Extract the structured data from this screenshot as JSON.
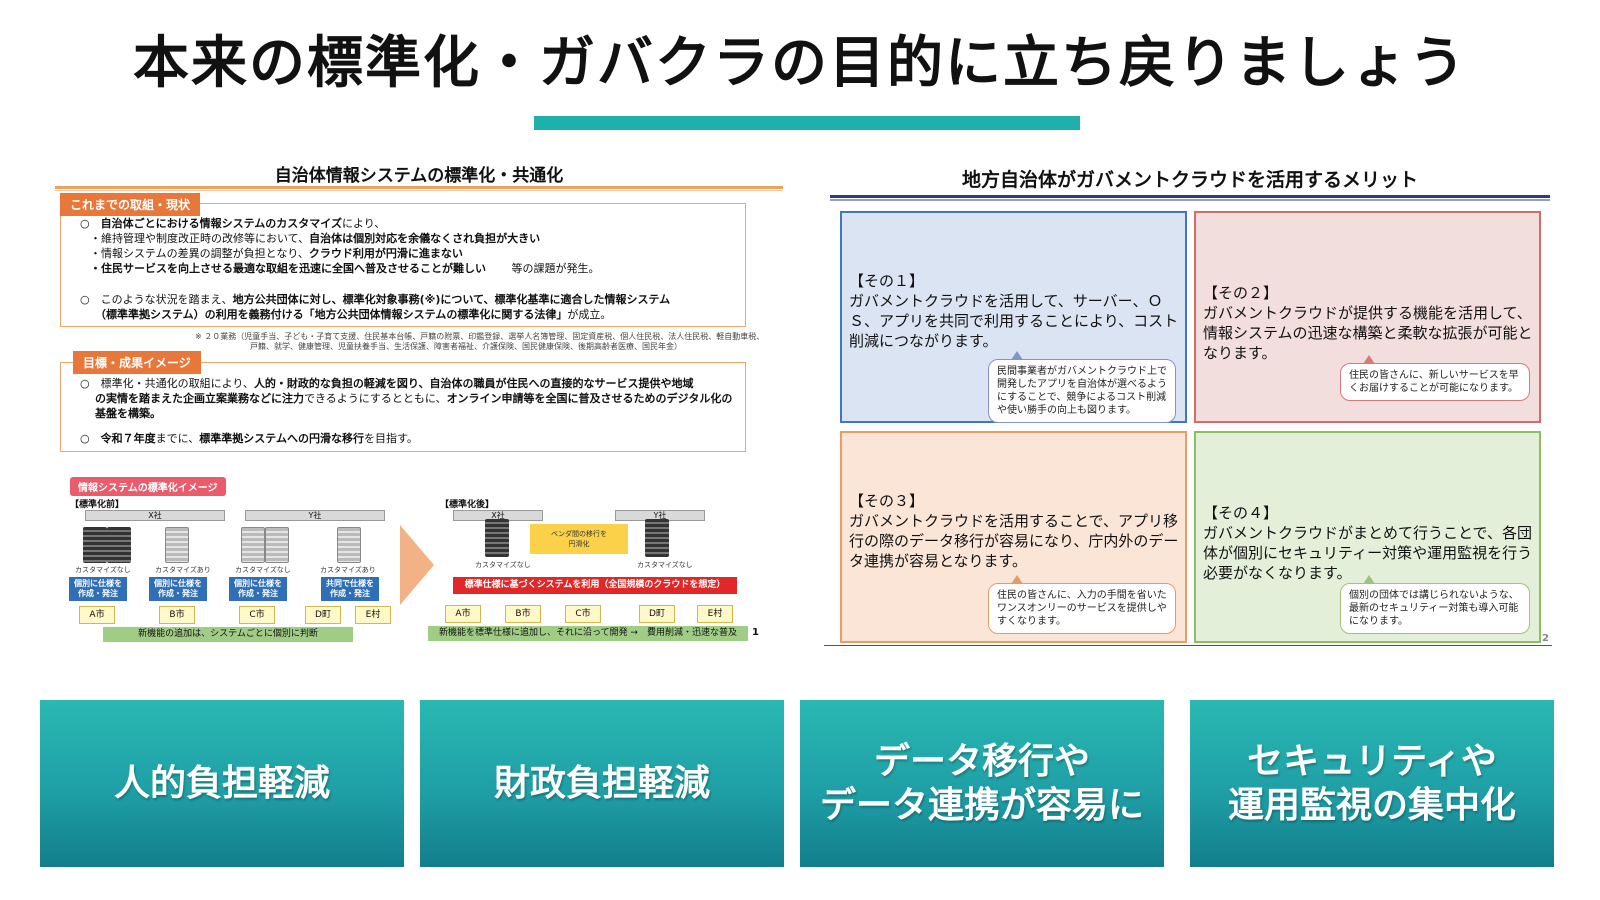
{
  "title": "本来の標準化・ガバクラの目的に立ち戻りましょう",
  "accent": "#1fb0ab",
  "left_panel": {
    "heading": "自治体情報システムの標準化・共通化",
    "section1": {
      "tag": "これまでの取組・現状",
      "b1_a": "○　",
      "b1_b": "自治体ごとにおける情報システムのカスタマイズ",
      "b1_c": "により、",
      "b2_a": "・維持管理や制度改正時の改修等において、",
      "b2_b": "自治体は個別対応を余儀なくされ負担が大きい",
      "b3_a": "・情報システムの差異の調整が負担となり、",
      "b3_b": "クラウド利用が円滑に進まない",
      "b4_a": "・住民サービスを向上させる最適な取組を迅速に全国へ普及させることが難しい",
      "b4_b": "　　 等の課題が発生。",
      "b5_a": "○　このような状況を踏まえ、",
      "b5_b": "地方公共団体に対し、標準化対象事務(※)について、標準化基準に適合した情報システム",
      "b6_a": "（標準準拠システム）の利用を義務付ける「地方公共団体情報システムの標準化に関する法律」",
      "b6_b": "が成立。",
      "note1": "※ ２０業務（児童手当、子ども・子育て支援、住民基本台帳、戸籍の附票、印鑑登録、選挙人名簿管理、固定資産税、個人住民税、法人住民税、軽自動車税、",
      "note2": "戸籍、就学、健康管理、児童扶養手当、生活保護、障害者福祉、介護保険、国民健康保険、後期高齢者医療、国民年金）"
    },
    "section2": {
      "tag": "目標・成果イメージ",
      "b1_a": "○　標準化・共通化の取組により、",
      "b1_b": "人的・財政的な負担の軽減を図り、自治体の職員が住民への直接的なサービス提供や地域",
      "b2": "の実情を踏まえた企画立案業務などに注力",
      "b2_b": "できるようにするとともに、",
      "b2_c": "オンライン申請等を全国に普及させるためのデジタル化の",
      "b3": "基盤を構築。",
      "b4_a": "○　",
      "b4_b": "令和７年度",
      "b4_c": "までに、",
      "b4_d": "標準準拠システムへの円滑な移行",
      "b4_e": "を目指す。"
    },
    "diagram": {
      "tag": "情報システムの標準化イメージ",
      "before_label": "【標準化前】",
      "after_label": "【標準化後】",
      "company_x": "X社",
      "company_y": "Y社",
      "cust_none": "カスタマイズなし",
      "cust_yes": "カスタマイズあり",
      "individual_spec": [
        "個別に仕様を",
        "作成・発注"
      ],
      "common_spec": [
        "共同で仕様を",
        "作成・発注"
      ],
      "cities_before": [
        "A市",
        "B市",
        "C市",
        "D町",
        "E村"
      ],
      "cities_after": [
        "A市",
        "B市",
        "C市",
        "D町",
        "E村"
      ],
      "before_bar": "新機能の追加は、システムごとに個別に判断",
      "after_bar": "新機能を標準仕様に追加し、それに沿って開発 →　費用削減・迅速な普及",
      "red_bar": "標準仕様に基づくシステムを利用（全国規模のクラウドを想定）",
      "vendor_move": [
        "ベンダ間の移行を",
        "円滑化"
      ],
      "page": "1"
    }
  },
  "right_panel": {
    "heading": "地方自治体がガバメントクラウドを活用するメリット",
    "cards": [
      {
        "label": "【その１】",
        "body": "ガバメントクラウドを活用して、サーバー、ＯＳ、アプリを共同で利用することにより、コスト削減につながります。",
        "bubble": "民間事業者がガバメントクラウド上で開発したアプリを自治体が選べるようにすることで、競争によるコスト削減や使い勝手の向上も図ります。"
      },
      {
        "label": "【その２】",
        "body": "ガバメントクラウドが提供する機能を活用して、情報システムの迅速な構築と柔軟な拡張が可能となります。",
        "bubble": "住民の皆さんに、新しいサービスを早くお届けすることが可能になります。"
      },
      {
        "label": "【その３】",
        "body": "ガバメントクラウドを活用することで、アプリ移行の際のデータ移行が容易になり、庁内外のデータ連携が容易となります。",
        "bubble": "住民の皆さんに、入力の手間を省いたワンスオンリーのサービスを提供しやすくなります。"
      },
      {
        "label": "【その４】",
        "body": "ガバメントクラウドがまとめて行うことで、各団体が個別にセキュリティー対策や運用監視を行う必要がなくなります。",
        "bubble": "個別の団体では講じられないような、最新のセキュリティー対策も導入可能になります。"
      }
    ],
    "page": "2"
  },
  "tiles": [
    {
      "line1": "人的負担軽減",
      "line2": ""
    },
    {
      "line1": "財政負担軽減",
      "line2": ""
    },
    {
      "line1": "データ移行や",
      "line2": "データ連携が容易に"
    },
    {
      "line1": "セキュリティや",
      "line2": "運用監視の集中化"
    }
  ]
}
